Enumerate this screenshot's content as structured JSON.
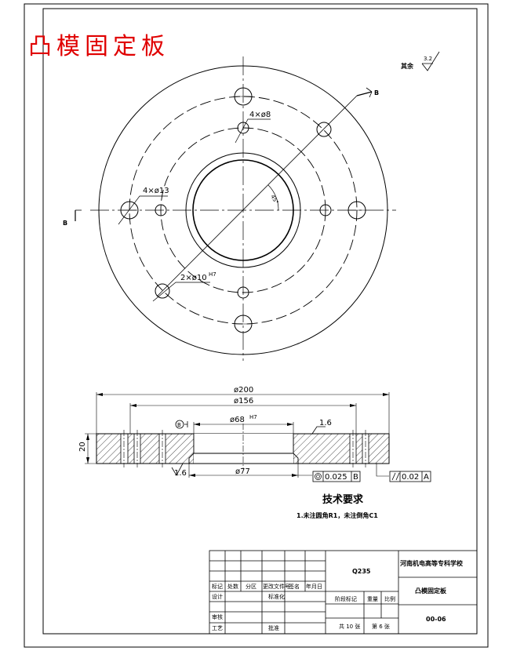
{
  "title_red": "凸模固定板",
  "roughness_note": {
    "label": "其余",
    "value": "3.2"
  },
  "section_label": "B",
  "top_view": {
    "hole_8": "4×ø8",
    "hole_13": "4×ø13",
    "hole_10": "2×ø10",
    "hole_10_tol": "H7",
    "angle": "45°"
  },
  "section_view": {
    "dim_200": "ø200",
    "dim_156": "ø156",
    "dim_68": "ø68",
    "dim_68_tol": "H7",
    "dim_77": "ø77",
    "dim_20": "20",
    "rough_16a": "1.6",
    "rough_16b": "1.6",
    "datum": "B",
    "tol_concentric": {
      "value": "0.025",
      "datum": "B"
    },
    "tol_parallel": {
      "value": "0.02",
      "datum": "A"
    }
  },
  "tech_req": {
    "title": "技术要求",
    "line1": "1.未注圆角R1，未注倒角C1"
  },
  "title_block": {
    "material": "Q235",
    "school": "河南机电高等专科学校",
    "part_name": "凸模固定板",
    "drawing_no": "00-06",
    "h_mark": "标记",
    "h_count": "处数",
    "h_zone": "分区",
    "h_docno": "更改文件号",
    "h_sign": "签名",
    "h_date": "年月日",
    "designer": "设计",
    "std": "标准化",
    "stage": "阶段标记",
    "weight": "重量",
    "scale": "比例",
    "check": "审核",
    "process": "工艺",
    "approve": "批准",
    "sheets": "共 10 张",
    "sheet_no": "第 6 张"
  }
}
